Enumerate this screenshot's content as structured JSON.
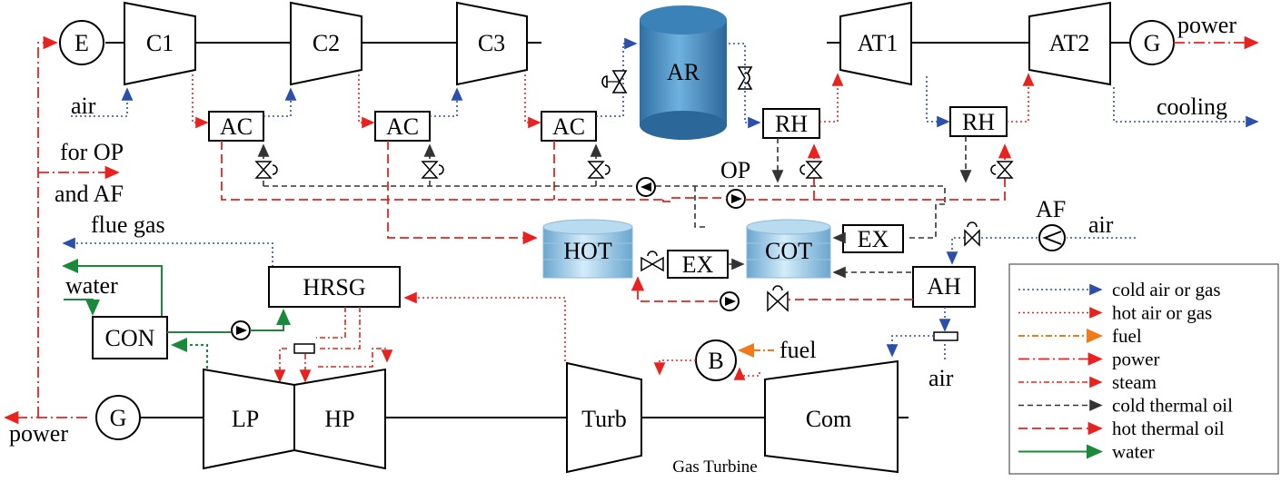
{
  "labels": {
    "E": "E",
    "C1": "C1",
    "C2": "C2",
    "C3": "C3",
    "AR": "AR",
    "AT1": "AT1",
    "AT2": "AT2",
    "G": "G",
    "power": "power",
    "air": "air",
    "cooling": "cooling",
    "AC": "AC",
    "RH": "RH",
    "for_op": "for OP",
    "and_af": "and AF",
    "OP": "OP",
    "flue_gas": "flue gas",
    "water": "water",
    "HRSG": "HRSG",
    "HOT": "HOT",
    "EX": "EX",
    "COT": "COT",
    "AF": "AF",
    "AH": "AH",
    "CON": "CON",
    "B": "B",
    "fuel": "fuel",
    "LP": "LP",
    "HP": "HP",
    "Turb": "Turb",
    "Com": "Com",
    "gas_turbine": "Gas Turbine"
  },
  "legend": [
    {
      "label": "cold air or gas",
      "style": "cold",
      "color": "#2b4faa"
    },
    {
      "label": "hot air or gas",
      "style": "hot",
      "color": "#e8231f"
    },
    {
      "label": "fuel",
      "style": "fuel",
      "color": "#f07a1a"
    },
    {
      "label": "power",
      "style": "pow",
      "color": "#e8231f"
    },
    {
      "label": "steam",
      "style": "steam",
      "color": "#e8231f"
    },
    {
      "label": "cold thermal oil",
      "style": "cto",
      "color": "#333333"
    },
    {
      "label": "hot thermal oil",
      "style": "hto",
      "color": "#e8231f"
    },
    {
      "label": "water",
      "style": "wat",
      "color": "#1a8a3a"
    }
  ]
}
